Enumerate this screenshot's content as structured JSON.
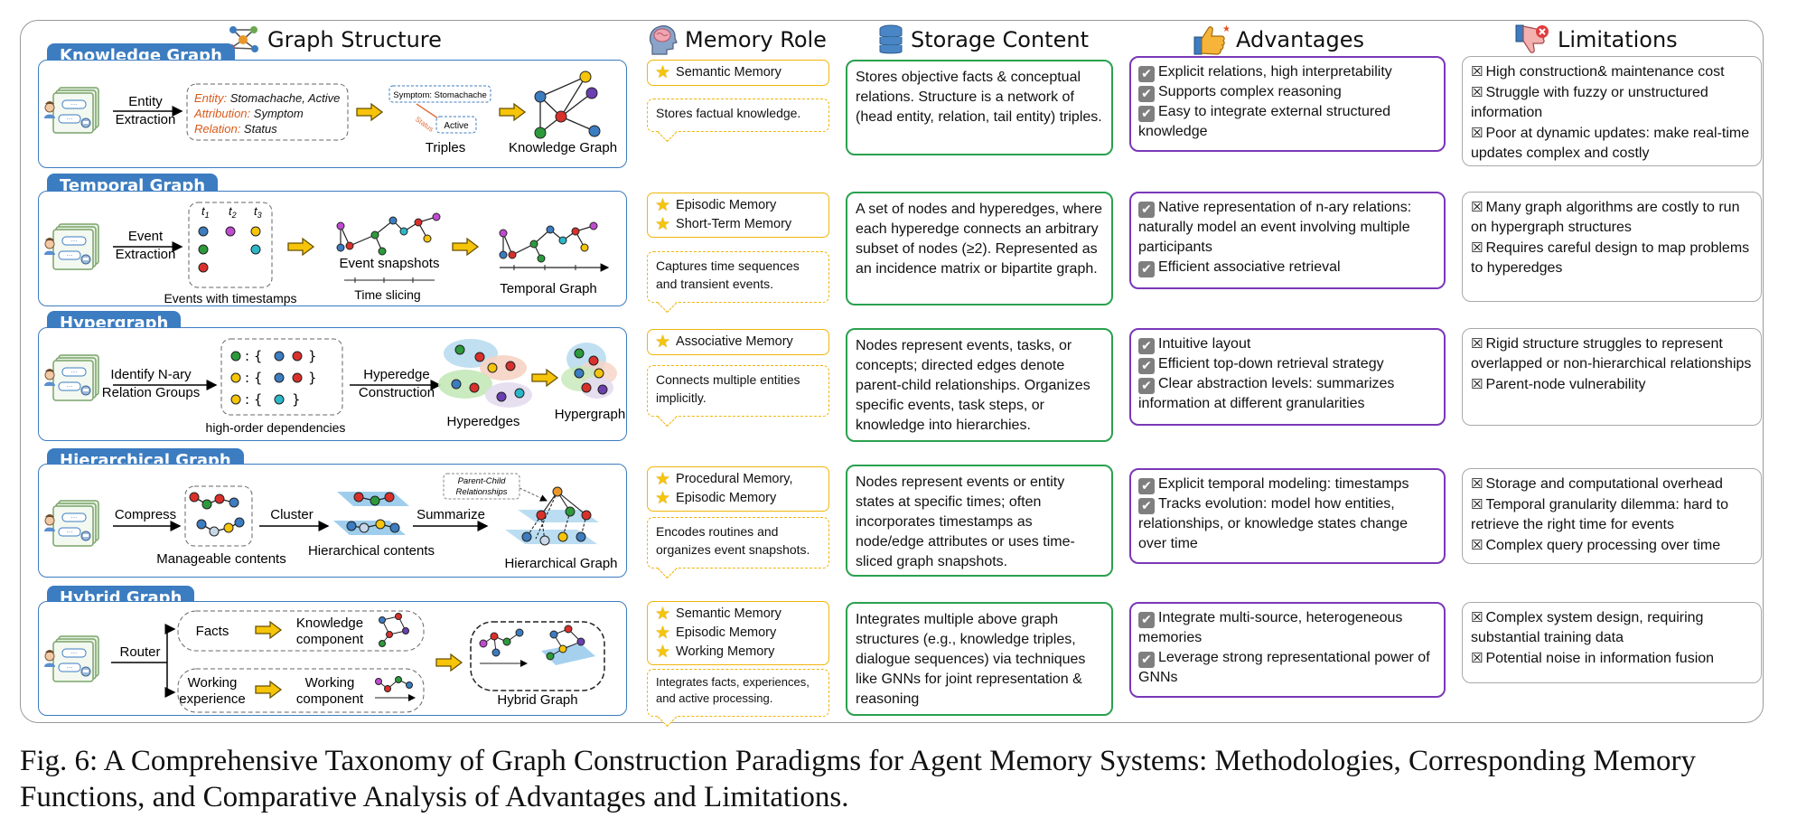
{
  "columns": {
    "graph_structure": "Graph Structure",
    "memory_role": "Memory Role",
    "storage_content": "Storage Content",
    "advantages": "Advantages",
    "limitations": "Limitations"
  },
  "icons": {
    "graph_structure": "graph-network-icon",
    "memory_role": "brain-head-icon",
    "storage_content": "database-icon",
    "advantages": "thumbs-up-icon",
    "limitations": "thumbs-down-icon",
    "agent": "dialogue-agent-icon",
    "role_marker": "star-icon",
    "advantage_marker": "checkbox-icon",
    "limitation_marker": "cross-box-icon"
  },
  "colors": {
    "title_blue": "#3c7cc0",
    "role_yellow": "#f1b50b",
    "storage_green": "#2aa14f",
    "advantage_purple": "#7a38b8",
    "limitation_gray": "#a8a8a8",
    "flow_arrow": "#f6c409"
  },
  "rows": [
    {
      "title": "Knowledge Graph",
      "diagram": {
        "step1": [
          "Entity",
          "Extraction"
        ],
        "entity_key": "Entity:",
        "entity_val": " Stomachache, Active",
        "attr_key": "Attribution:",
        "attr_val": " Symptom",
        "rel_key": "Relation:",
        "rel_val": " Status",
        "symptom": "Symptom: Stomachache",
        "status": "Status",
        "active": "Active",
        "triples": "Triples",
        "result": "Knowledge Graph"
      },
      "roles": [
        "Semantic Memory"
      ],
      "role_desc": "Stores factual knowledge.",
      "storage": "Stores objective facts & conceptual relations. Structure is a network of (head entity, relation, tail entity) triples.",
      "advantages": [
        "Explicit relations, high interpretability",
        "Supports complex reasoning",
        "Easy to integrate external structured knowledge"
      ],
      "limitations": [
        "High construction& maintenance cost",
        "Struggle with fuzzy or unstructured information",
        "Poor at dynamic updates: make real-time updates complex and costly"
      ]
    },
    {
      "title": "Temporal Graph",
      "diagram": {
        "step1": [
          "Event",
          "Extraction"
        ],
        "events_label": "Events with timestamps",
        "snapshots": "Event snapshots",
        "slicing": "Time slicing",
        "result": "Temporal Graph",
        "t1": "t",
        "t2": "t",
        "t3": "t",
        "s1": "1",
        "s2": "2",
        "s3": "3"
      },
      "roles": [
        "Episodic Memory",
        "Short-Term Memory"
      ],
      "role_desc": "Captures time sequences and transient events.",
      "storage": "A set of nodes and hyperedges, where each hyperedge connects an arbitrary subset of nodes (≥2). Represented as an incidence matrix or bipartite graph.",
      "advantages": [
        "Native representation of n-ary relations: naturally model an event involving multiple participants",
        "Efficient associative retrieval"
      ],
      "limitations": [
        "Many graph algorithms are costly to run on hypergraph structures",
        "Requires careful design to map problems to hyperedges"
      ]
    },
    {
      "title": "Hypergraph",
      "diagram": {
        "step1": [
          "Identify N-ary",
          "Relation Groups"
        ],
        "dependencies": "high-order dependencies",
        "step2": [
          "Hyperedge",
          "Construction"
        ],
        "hyperedges": "Hyperedges",
        "result": "Hypergraph"
      },
      "roles": [
        "Associative Memory"
      ],
      "role_desc": "Connects multiple entities implicitly.",
      "storage": "Nodes represent events, tasks, or concepts; directed edges denote parent-child relationships. Organizes specific events, task steps, or knowledge into hierarchies.",
      "advantages": [
        "Intuitive layout",
        "Efficient top-down retrieval strategy",
        "Clear abstraction levels: summarizes information at different granularities"
      ],
      "limitations": [
        "Rigid structure struggles to represent overlapped or non-hierarchical relationships",
        "Parent-node vulnerability"
      ]
    },
    {
      "title": "Hierarchical Graph",
      "diagram": {
        "step1": "Compress",
        "manageable": "Manageable contents",
        "step2": "Cluster",
        "hier_contents": "Hierarchical contents",
        "step3": "Summarize",
        "parent_child": [
          "Parent-Child",
          "Relationships"
        ],
        "result": "Hierarchical Graph"
      },
      "roles": [
        "Procedural Memory,",
        "Episodic Memory"
      ],
      "role_desc": "Encodes routines and organizes event snapshots.",
      "storage": "Nodes represent events or entity states at specific times; often incorporates timestamps as node/edge attributes or uses time-sliced graph snapshots.",
      "advantages": [
        "Explicit temporal modeling: timestamps",
        "Tracks evolution: model how entities, relationships, or knowledge states change over time"
      ],
      "limitations": [
        "Storage and computational overhead",
        "Temporal granularity dilemma: hard to retrieve the right time for events",
        "Complex query processing over time"
      ]
    },
    {
      "title": "Hybrid Graph",
      "diagram": {
        "router": "Router",
        "facts": "Facts",
        "knowledge_component": [
          "Knowledge",
          "component"
        ],
        "working_experience": [
          "Working",
          "experience"
        ],
        "working_component": [
          "Working",
          "component"
        ],
        "result": "Hybrid Graph"
      },
      "roles": [
        "Semantic Memory",
        "Episodic Memory",
        "Working Memory"
      ],
      "role_desc": "Integrates facts, experiences, and active processing.",
      "storage": "Integrates multiple above graph structures (e.g., knowledge triples, dialogue sequences) via techniques like GNNs for joint representation & reasoning",
      "advantages": [
        "Integrate multi-source, heterogeneous memories",
        "Leverage strong representational power of GNNs"
      ],
      "limitations": [
        "Complex system design, requiring substantial training data",
        "Potential noise in information fusion"
      ]
    }
  ],
  "caption": "Fig. 6: A Comprehensive Taxonomy of Graph Construction Paradigms for Agent Memory Systems: Methodologies, Corresponding Memory Functions, and Comparative Analysis of Advantages and Limitations."
}
